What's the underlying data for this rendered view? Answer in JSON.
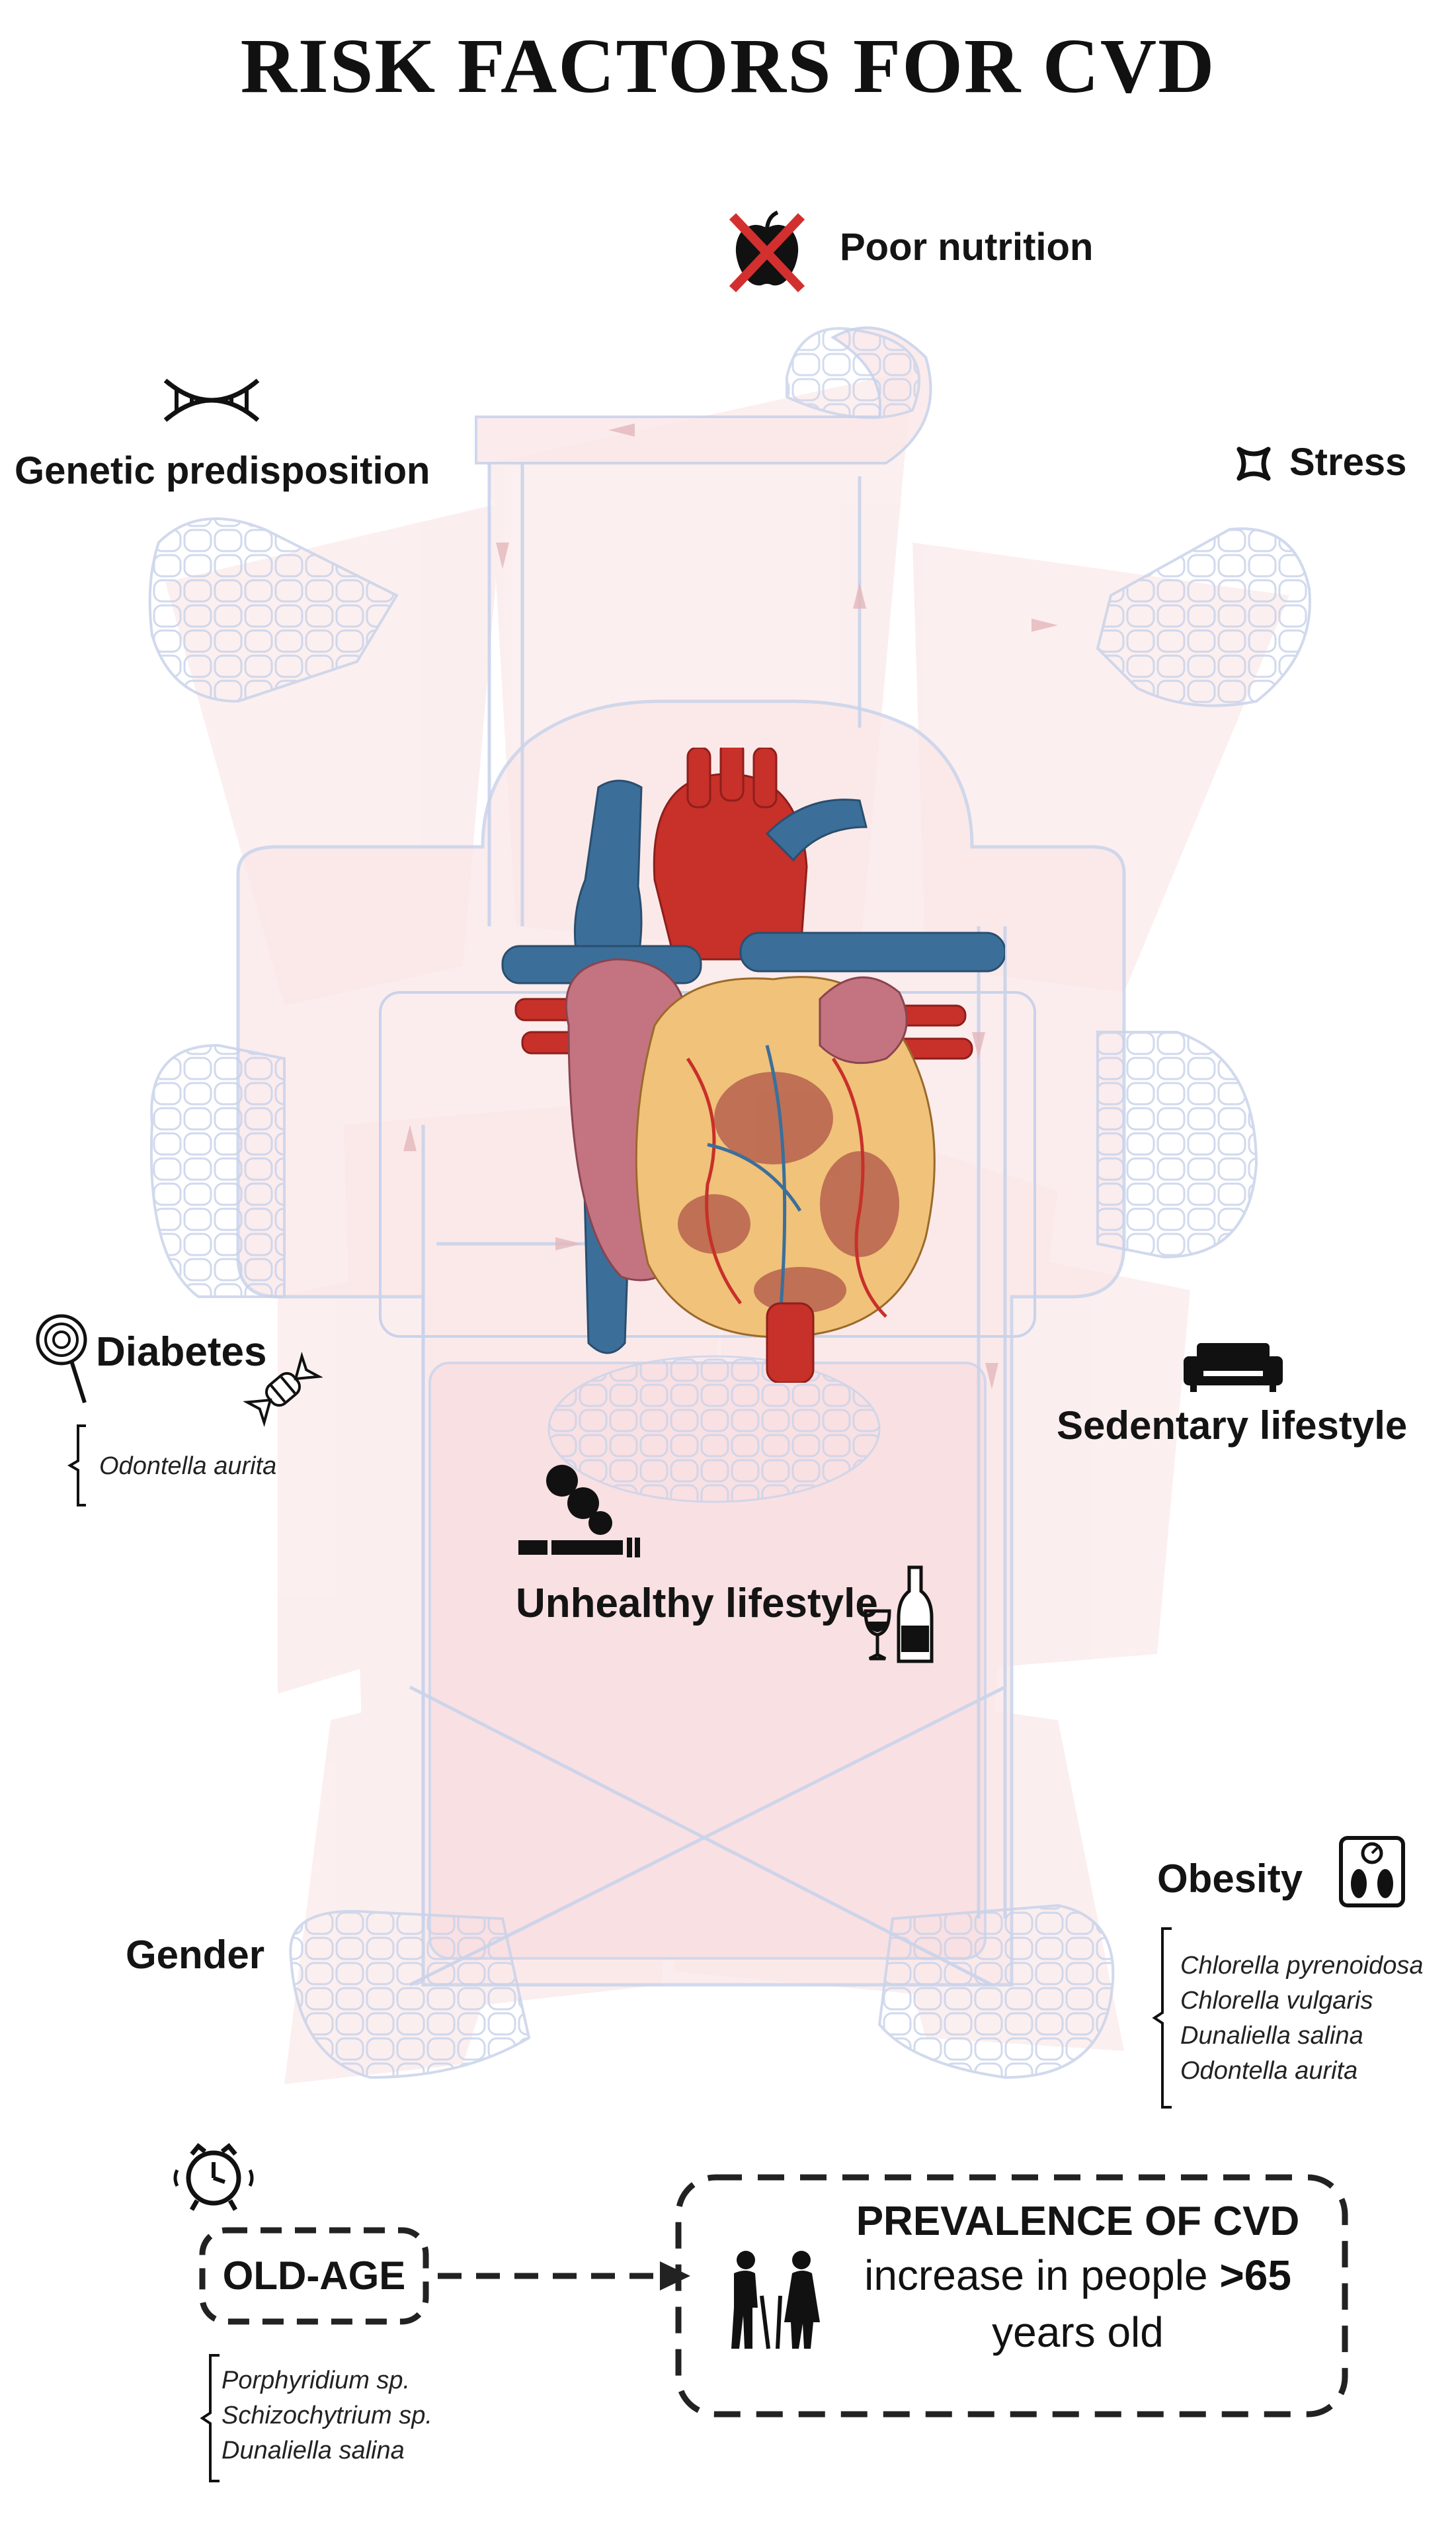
{
  "title": "RISK FACTORS FOR CVD",
  "factors": {
    "poor_nutrition": "Poor nutrition",
    "genetic_predisposition": "Genetic predisposition",
    "stress": "Stress",
    "diabetes": "Diabetes",
    "sedentary_lifestyle": "Sedentary lifestyle",
    "unhealthy_lifestyle": "Unhealthy lifestyle",
    "obesity": "Obesity",
    "gender": "Gender",
    "old_age": "OLD-AGE"
  },
  "species": {
    "diabetes": [
      "Odontella aurita"
    ],
    "obesity": [
      "Chlorella pyrenoidosa",
      "Chlorella vulgaris",
      "Dunaliella salina",
      "Odontella aurita"
    ],
    "old_age": [
      "Porphyridium sp.",
      "Schizochytrium sp.",
      "Dunaliella salina"
    ]
  },
  "prevalence": {
    "heading": "PREVALENCE OF CVD",
    "line1_prefix": "increase in people ",
    "line1_emph": ">65",
    "line2": "years old"
  },
  "colors": {
    "body_fill": "#fbe9ea",
    "body_outline": "#c9d3ea",
    "artery_red": "#c8302a",
    "vein_blue": "#3b6f9a",
    "cross_red": "#d32f2f",
    "dash_border": "#222222"
  },
  "icons": {
    "poor_nutrition": "crossed-apple-icon",
    "genetic_predisposition": "dna-icon",
    "stress": "stress-burst-icon",
    "diabetes": [
      "lollipop-icon",
      "candy-icon"
    ],
    "sedentary_lifestyle": "sofa-icon",
    "unhealthy_lifestyle": [
      "cigarette-icon",
      "wine-bottle-icon"
    ],
    "obesity": "scale-icon",
    "old_age": "alarm-clock-icon",
    "prevalence": "elderly-couple-icon",
    "center": "heart-illustration"
  }
}
